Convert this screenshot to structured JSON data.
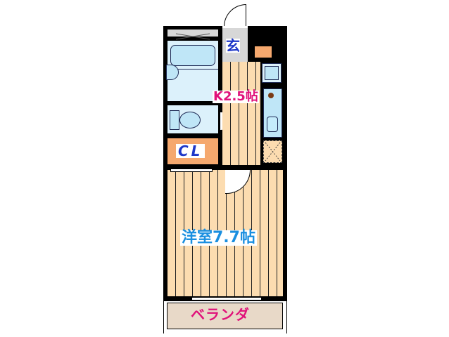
{
  "floorplan": {
    "rooms": {
      "genkan": {
        "label": "玄",
        "color": "#1e37c8"
      },
      "kitchen": {
        "label": "K2.5帖",
        "color": "#e0127a"
      },
      "closet": {
        "label": "CL",
        "color": "#1e37c8"
      },
      "western_room": {
        "label": "洋室7.7帖",
        "color": "#1a8fe0"
      },
      "veranda": {
        "label": "ベランダ",
        "color": "#e0127a"
      }
    },
    "colors": {
      "wall": "#000000",
      "floor": "#fcdcb0",
      "wet_area": "#dcf1fb",
      "fixture": "#bfe6f7",
      "closet_fill": "#f5a86e",
      "veranda_fill": "#e8d9c8",
      "genkan_fill": "#d7d7d7"
    }
  }
}
